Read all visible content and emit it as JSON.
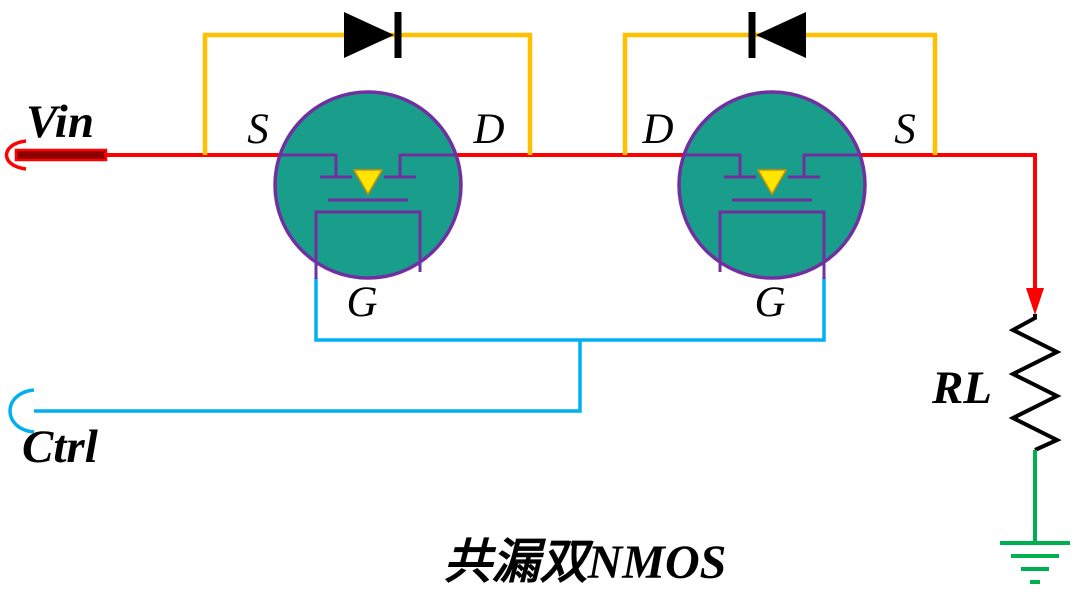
{
  "caption": "共漏双NMOS",
  "labels": {
    "vin": "Vin",
    "ctrl": "Ctrl",
    "load": "RL"
  },
  "mosfets": {
    "left": {
      "source": "S",
      "drain": "D",
      "gate": "G"
    },
    "right": {
      "drain": "D",
      "source": "S",
      "gate": "G"
    }
  },
  "colors": {
    "red": "#FF0000",
    "dark_red": "#8B0000",
    "orange": "#FFC000",
    "cyan": "#00B0F0",
    "green": "#00B050",
    "teal": "#1A9E8C",
    "purple": "#7030A0",
    "yellow": "#FFE500",
    "yellow_outline": "#D19000",
    "black": "#000000"
  }
}
